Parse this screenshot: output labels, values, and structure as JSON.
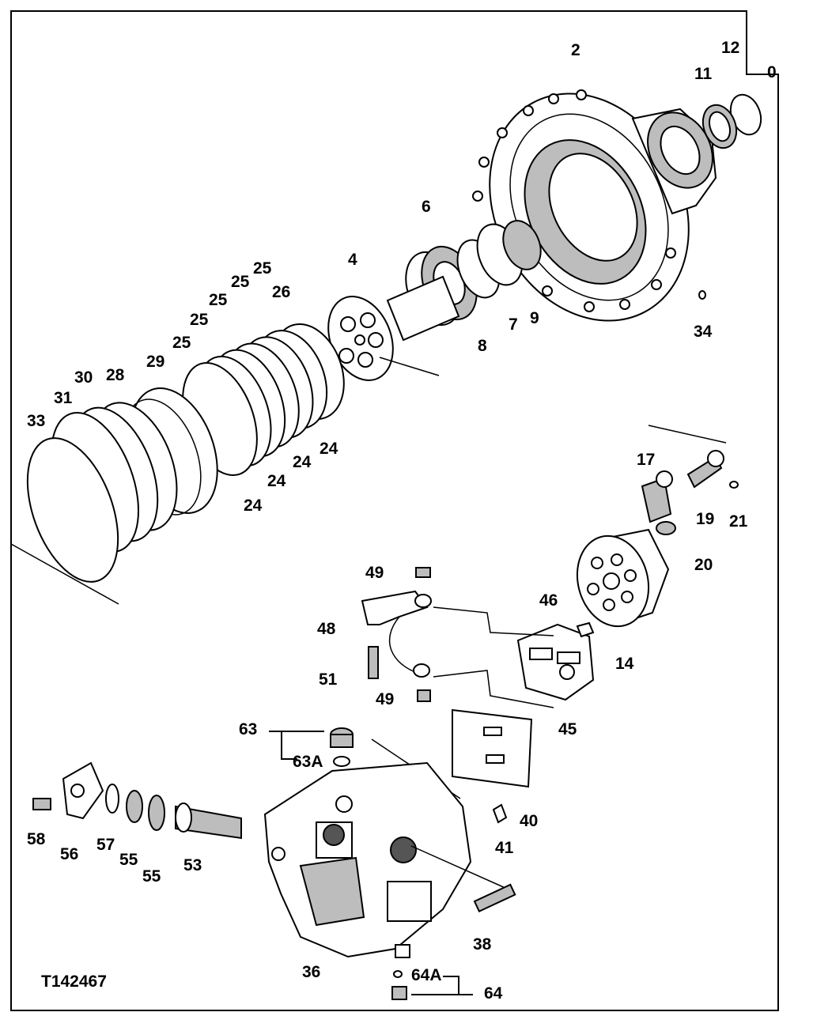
{
  "figure_id": "T142467",
  "callouts": {
    "c0": "0",
    "c2": "2",
    "c4": "4",
    "c6": "6",
    "c7": "7",
    "c8": "8",
    "c9": "9",
    "c11": "11",
    "c12": "12",
    "c14": "14",
    "c17": "17",
    "c19": "19",
    "c20": "20",
    "c21": "21",
    "c24a": "24",
    "c24b": "24",
    "c24c": "24",
    "c24d": "24",
    "c25a": "25",
    "c25b": "25",
    "c25c": "25",
    "c25d": "25",
    "c25e": "25",
    "c26": "26",
    "c28": "28",
    "c29": "29",
    "c30": "30",
    "c31": "31",
    "c33": "33",
    "c34": "34",
    "c36": "36",
    "c38": "38",
    "c40": "40",
    "c41": "41",
    "c45": "45",
    "c46": "46",
    "c48": "48",
    "c49a": "49",
    "c49b": "49",
    "c51": "51",
    "c53": "53",
    "c55a": "55",
    "c55b": "55",
    "c56": "56",
    "c57": "57",
    "c58": "58",
    "c63": "63",
    "c63a": "63A",
    "c64": "64",
    "c64a": "64A"
  }
}
